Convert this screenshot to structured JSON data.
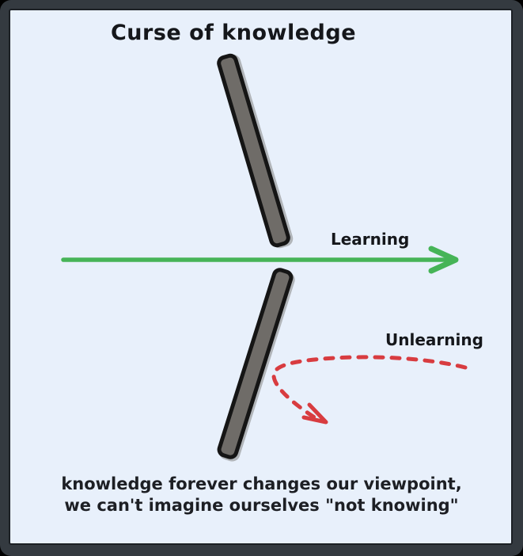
{
  "title": "Curse of knowledge",
  "labels": {
    "learning": "Learning",
    "unlearning": "Unlearning"
  },
  "caption": {
    "line1": "knowledge forever changes our viewpoint,",
    "line2": "we can't imagine ourselves \"not knowing\""
  },
  "colors": {
    "panel_background": "#e8f0fb",
    "frame": "#343a40",
    "barrier_fill": "#6f6c68",
    "barrier_outline": "#151515",
    "learning_arrow": "#46b457",
    "unlearning_arrow": "#d83c40",
    "text": "#15171b"
  }
}
